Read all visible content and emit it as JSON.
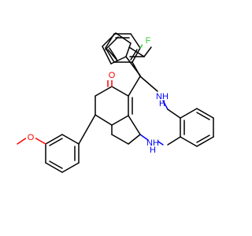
{
  "molecule": {
    "atom_labels": {
      "fluorine": "F",
      "carbonyl_oxygen": "O",
      "methoxy_oxygen": "O",
      "amine_upper": "NH",
      "amine_upper_h": "H",
      "amine_lower": "NH",
      "amine_lower_h": "H"
    }
  },
  "colors": {
    "bond": "#000000",
    "oxygen": "#ff0000",
    "nitrogen": "#0000ff",
    "fluorine": "#33cc33",
    "background": "#ffffff"
  }
}
